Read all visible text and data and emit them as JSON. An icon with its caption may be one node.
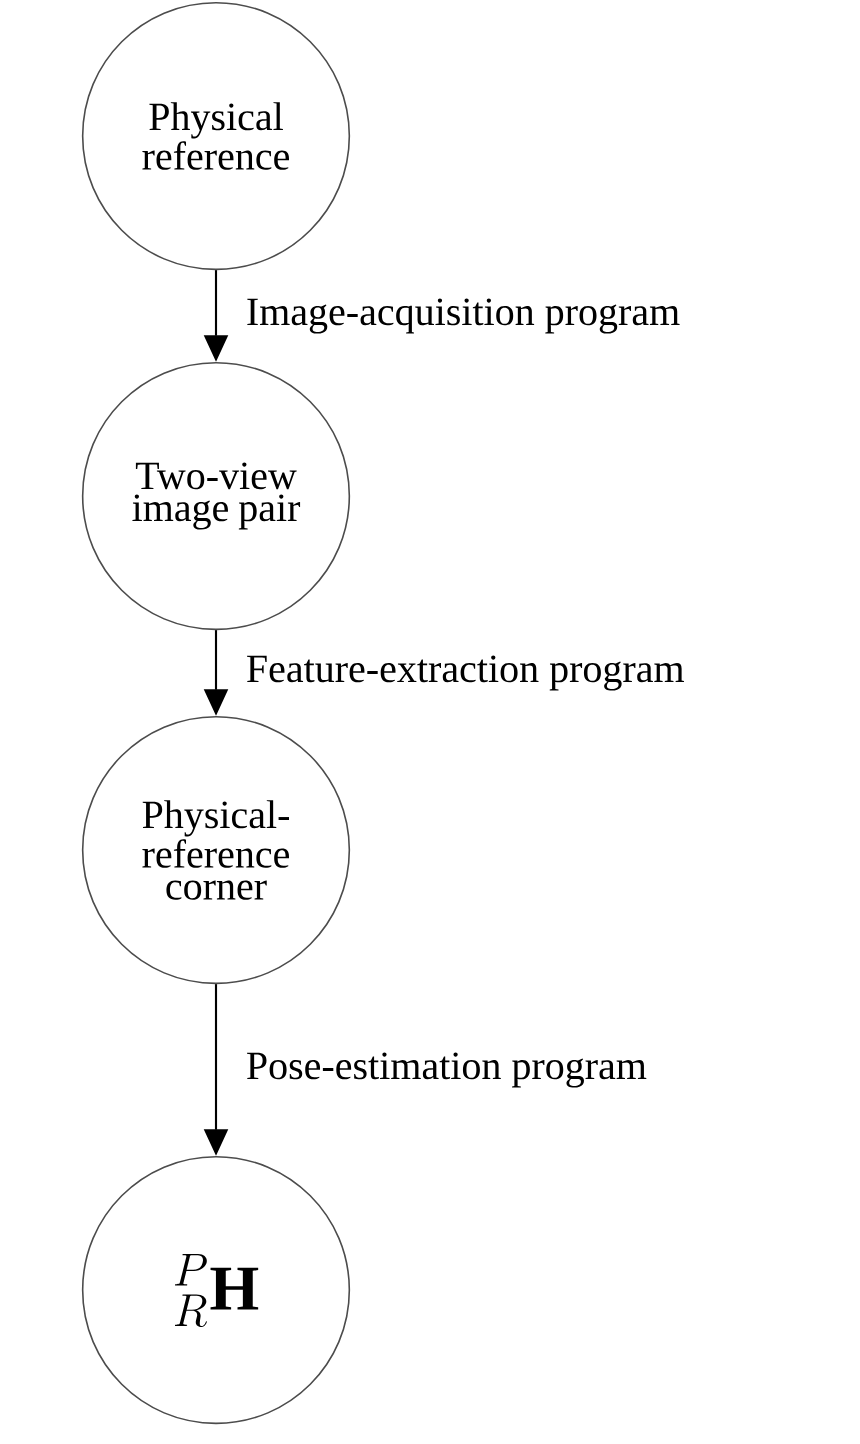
{
  "diagram": {
    "nodes": [
      {
        "text": [
          "Physical reference"
        ]
      },
      {
        "text": [
          "Two-view image pair"
        ]
      },
      {
        "text": [
          "Physical- reference corner"
        ]
      },
      {
        "text": [
          "{}^{P}_{R}\\mathbf{H}"
        ]
      }
    ],
    "edges": [
      {
        "from": 0,
        "to": 1,
        "arrow": "to",
        "label": "Image-acquisition program"
      },
      {
        "from": 1,
        "to": 2,
        "arrow": "to",
        "label": "Feature-extraction program"
      },
      {
        "from": 2,
        "to": 3,
        "arrow": "to",
        "label": "Pose-estimation program"
      }
    ]
  }
}
